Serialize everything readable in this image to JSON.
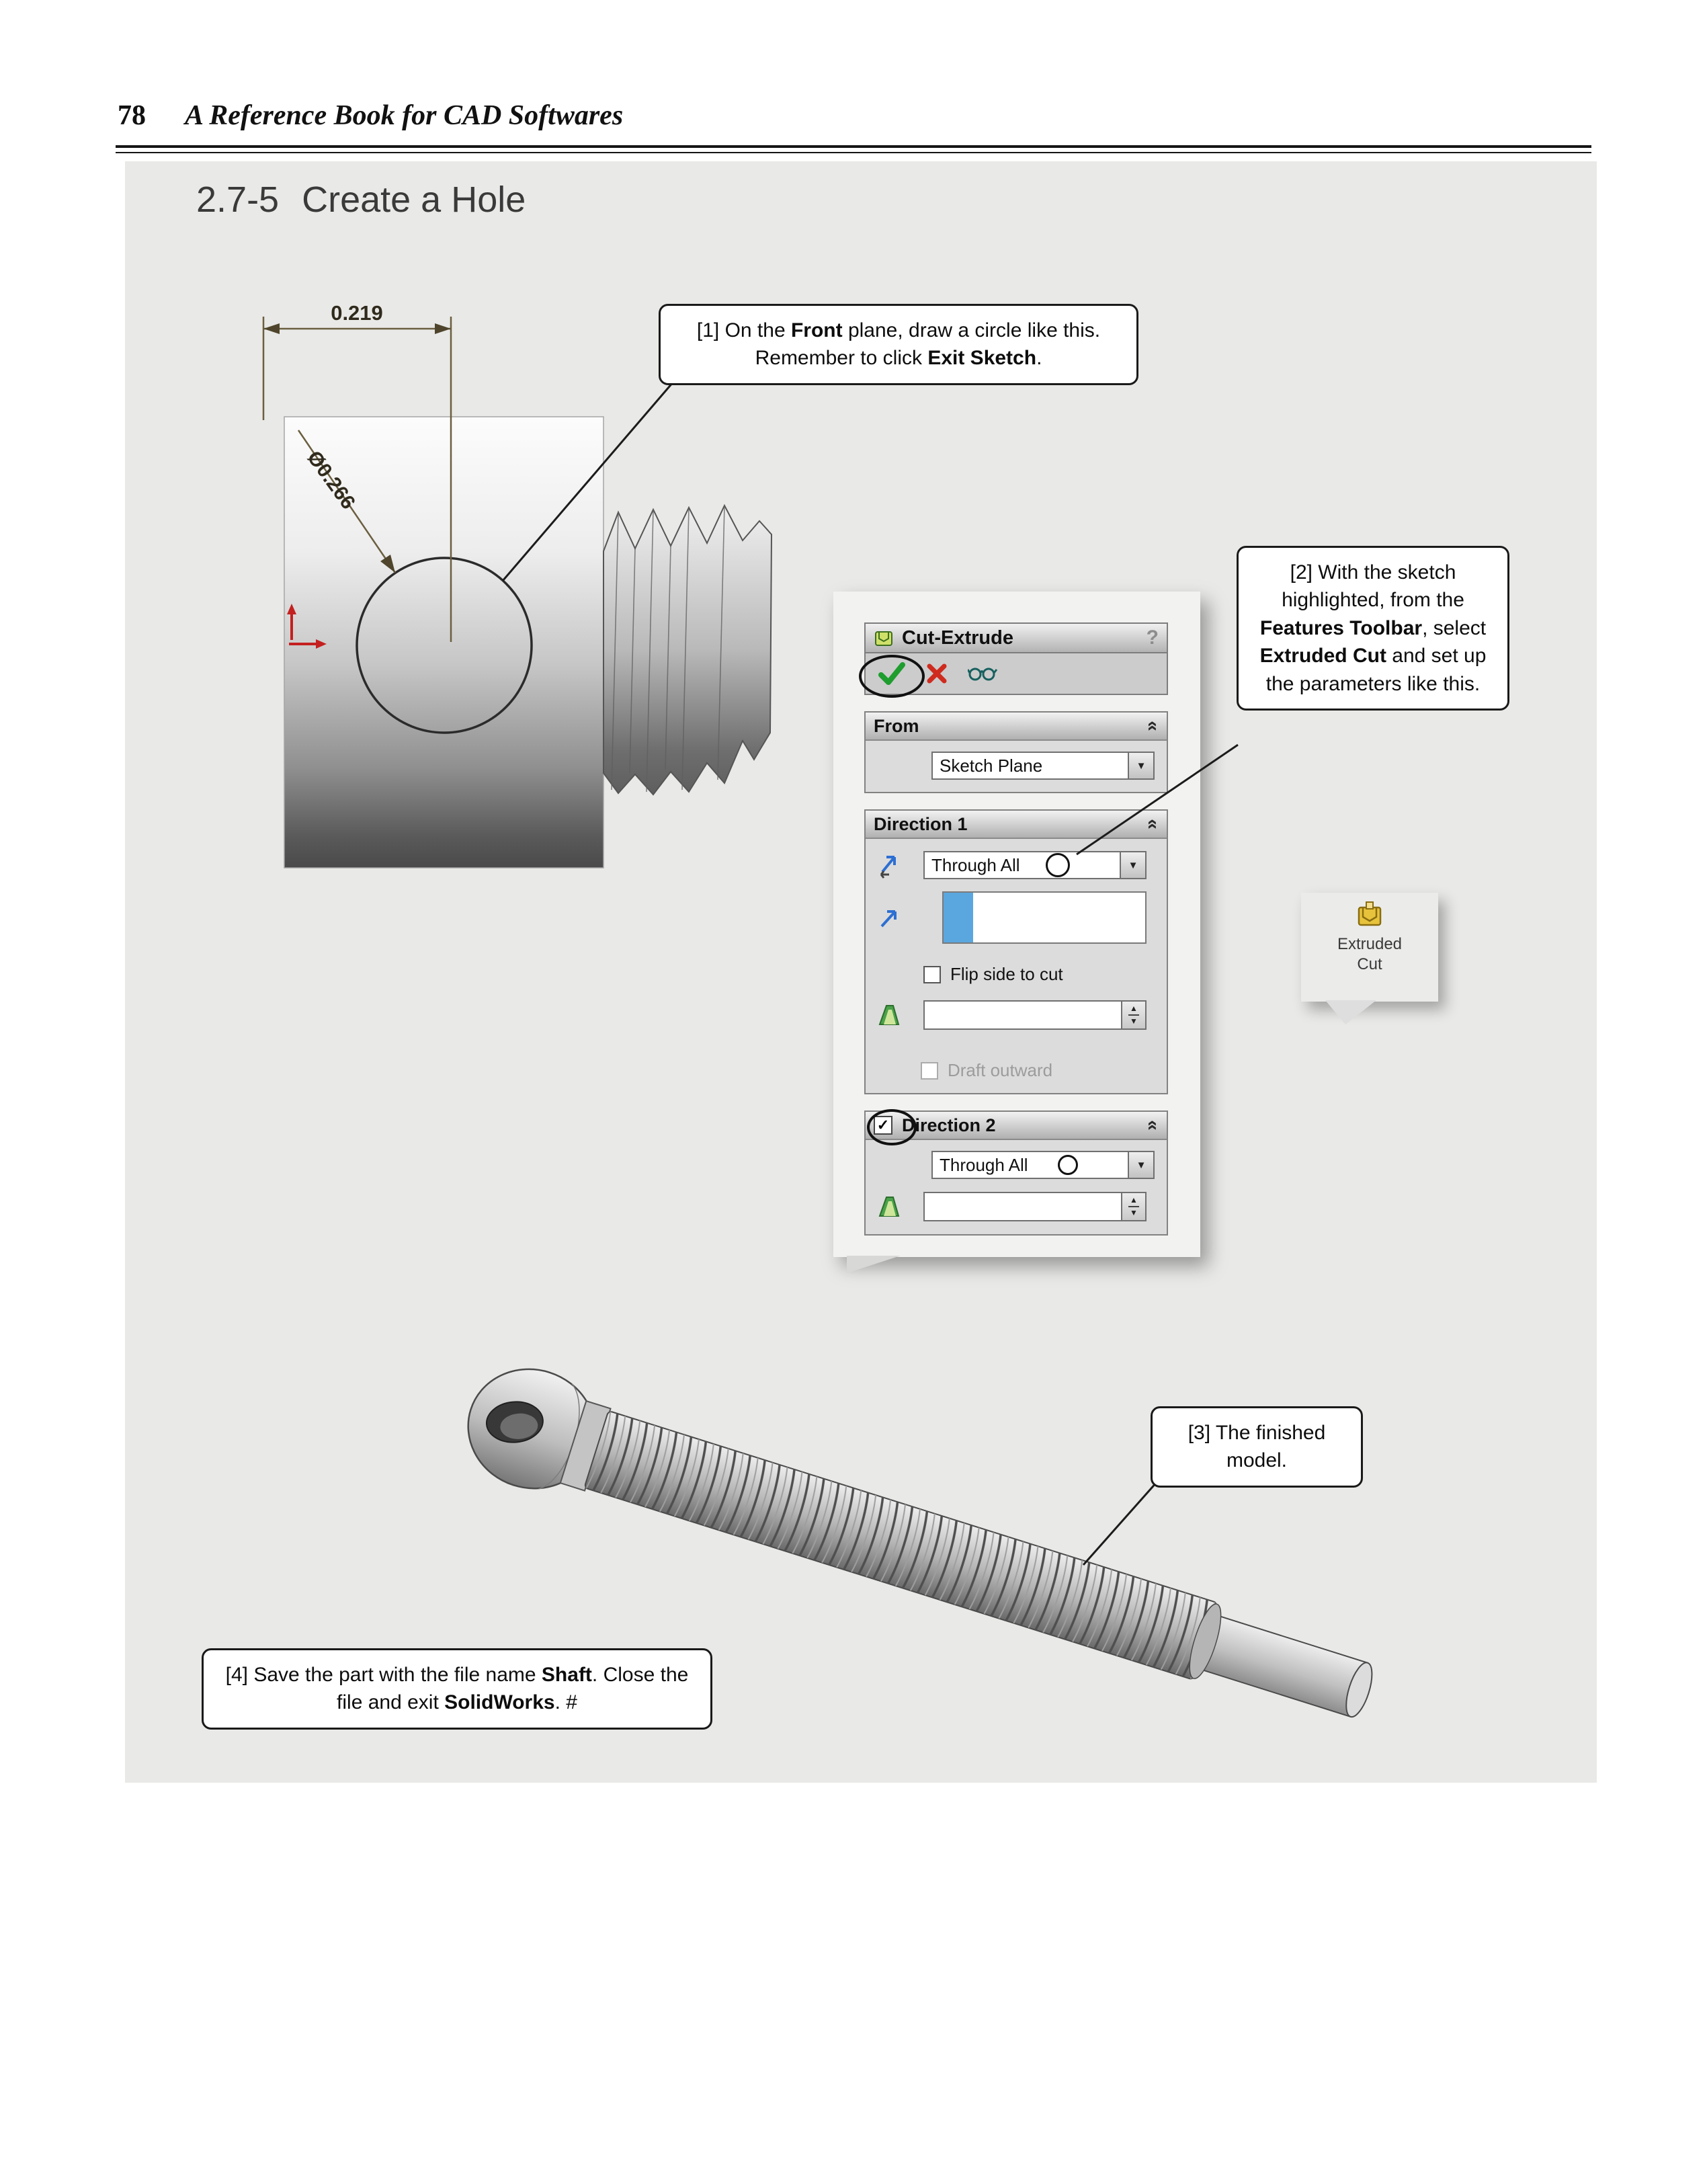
{
  "page": {
    "number": "78",
    "book_title": "A Reference Book for CAD Softwares",
    "section_number": "2.7-5",
    "section_name": "Create a Hole"
  },
  "drawing": {
    "width_dim": "0.219",
    "diameter_dim": "Ø0.266"
  },
  "callout1": {
    "s1": "[1] On the ",
    "b1": "Front",
    "s2": " plane, draw a circle like this.  Remember to click ",
    "b2": "Exit Sketch",
    "s3": "."
  },
  "callout2": {
    "s1": "[2] With the sketch highlighted, from the ",
    "b1": "Features Toolbar",
    "s2": ", select ",
    "b2": "Extruded Cut",
    "s3": " and set up the parameters like this."
  },
  "callout3": {
    "text": "[3] The finished model."
  },
  "callout4": {
    "s1": "[4] Save the part with the file name ",
    "b1": "Shaft",
    "s2": ". Close the file and exit ",
    "b2": "SolidWorks",
    "s3": ". #"
  },
  "panel": {
    "title": "Cut-Extrude",
    "help": "?",
    "from": {
      "header": "From",
      "value": "Sketch Plane"
    },
    "direction1": {
      "header": "Direction 1",
      "end_condition": "Through All",
      "flip_label": "Flip side to cut",
      "draft_outward_label": "Draft outward"
    },
    "direction2": {
      "header": "Direction 2",
      "end_condition": "Through All"
    }
  },
  "features_toolbar": {
    "extruded_cut_line1": "Extruded",
    "extruded_cut_line2": "Cut"
  },
  "icons": {
    "dropdown": "▼",
    "spin_up": "▲",
    "spin_down": "▼",
    "collapse": "«",
    "check": "✓"
  },
  "colors": {
    "ok_green": "#1f9d2f",
    "cancel_red": "#cf2b1e",
    "selection_blue": "#5aa7df",
    "content_bg": "#e9e9e7"
  }
}
